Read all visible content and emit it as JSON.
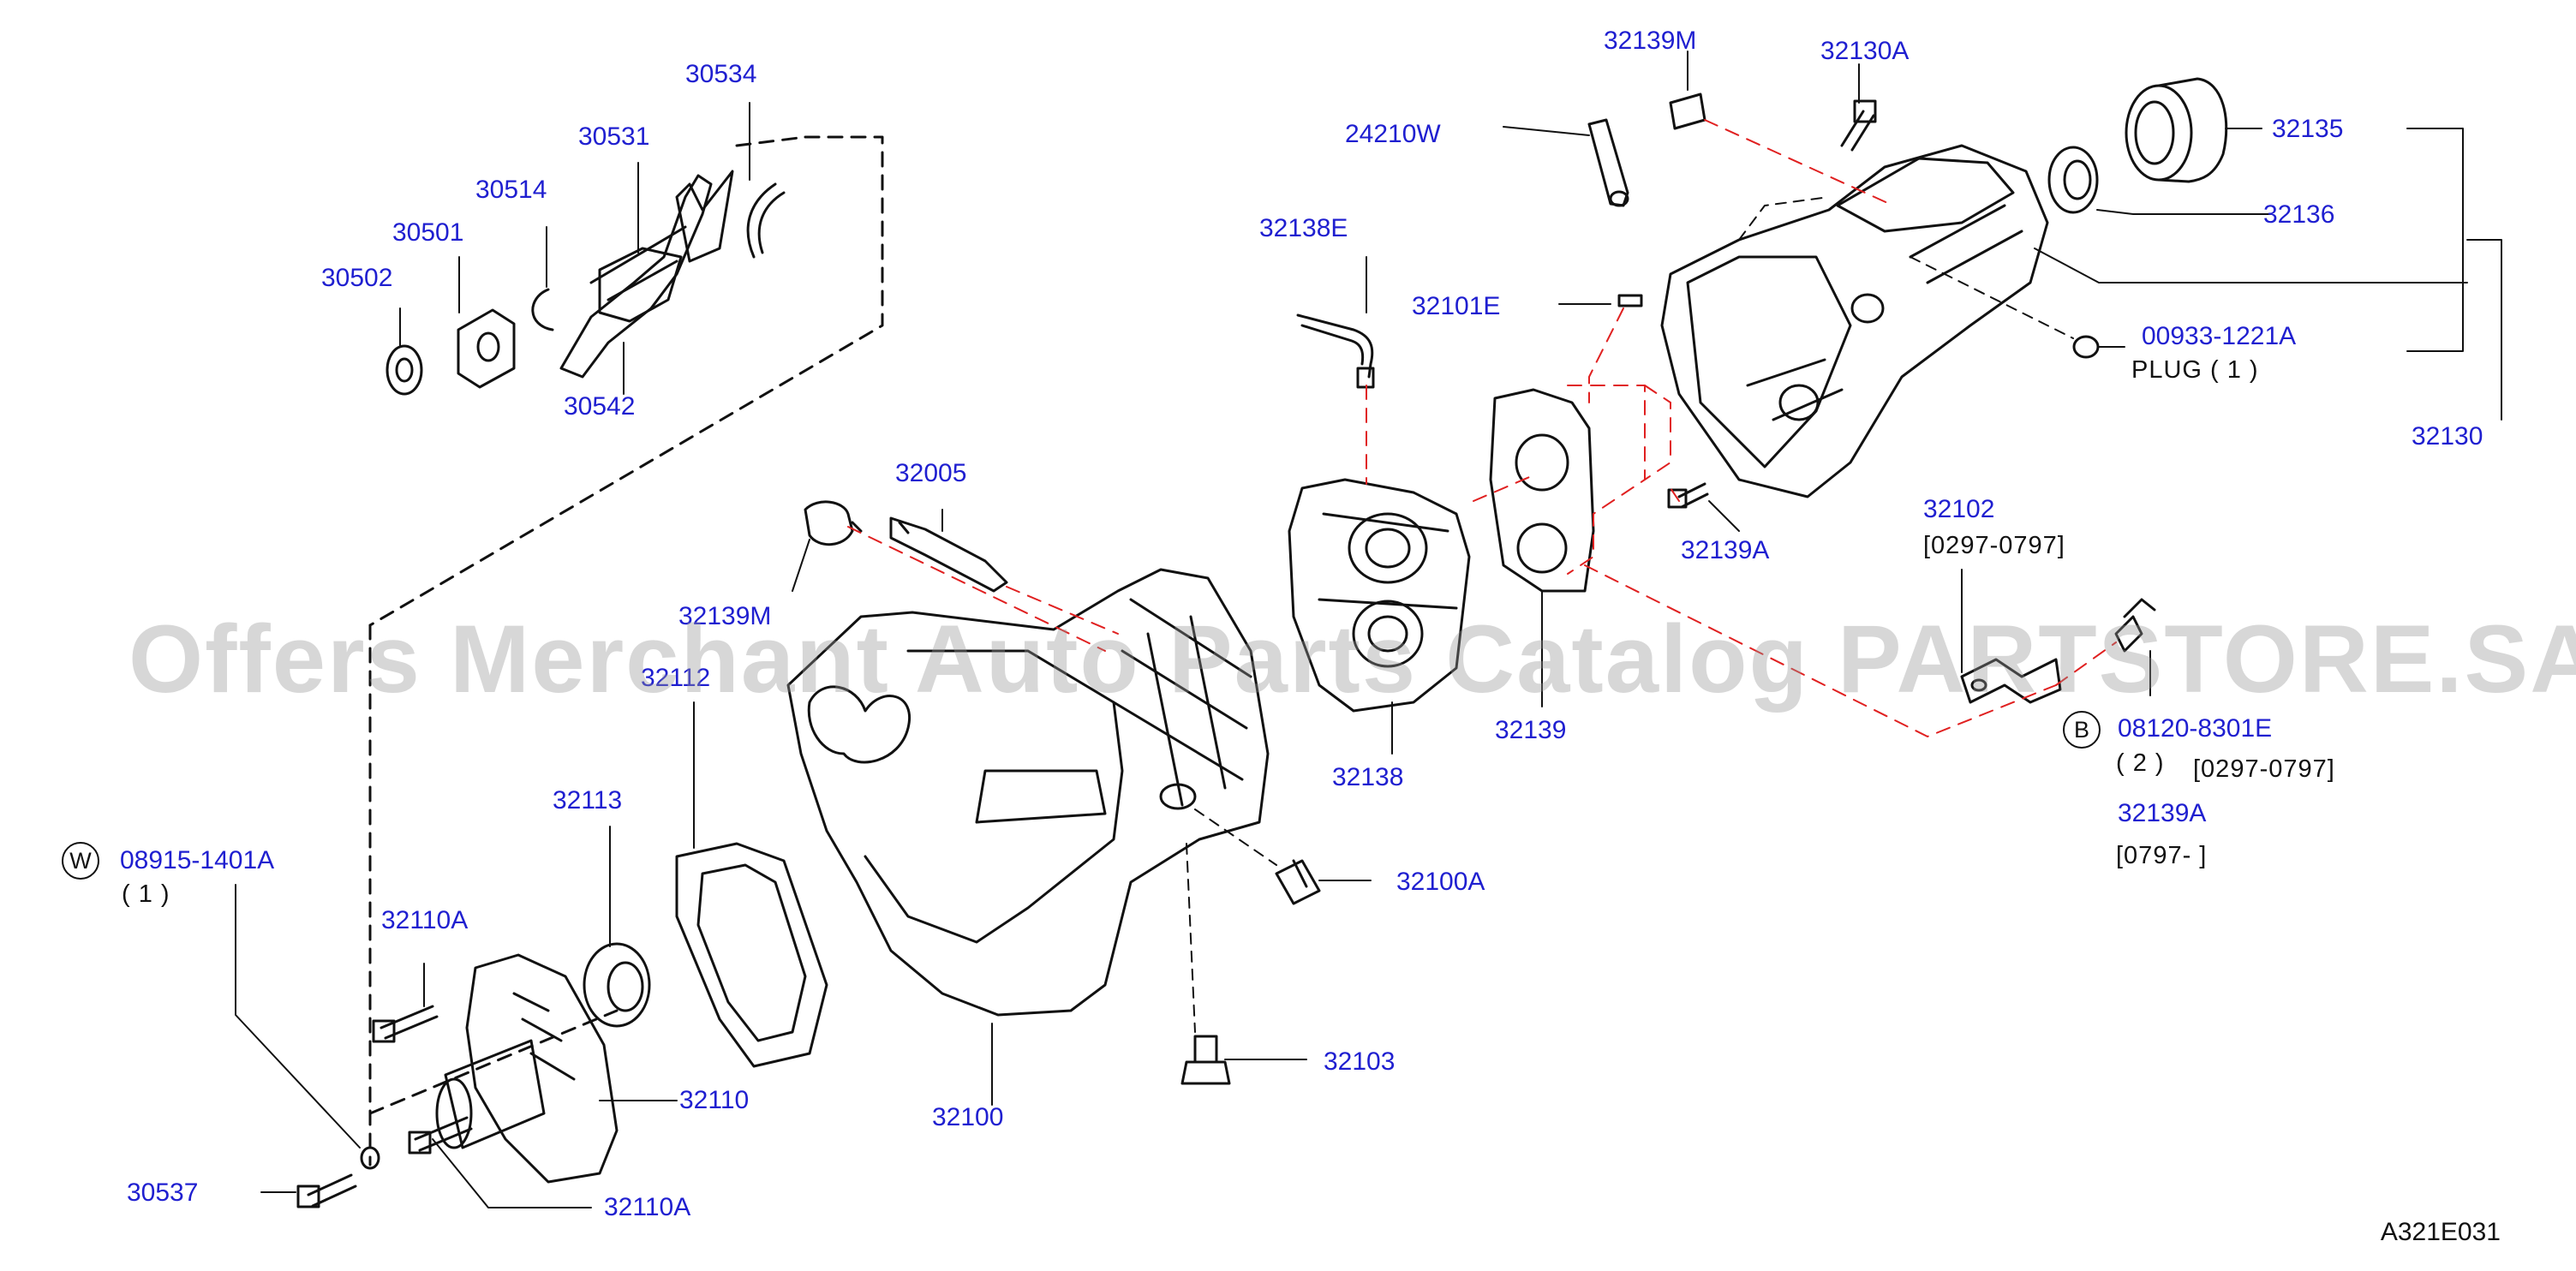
{
  "colors": {
    "label": "#1f1fd0",
    "line": "#111111",
    "dashed_red": "#e02020",
    "watermark": "#969696"
  },
  "watermark": "Offers Merchant Auto Parts Catalog PARTSTORE.SA",
  "diagram_code": "A321E031",
  "labels": {
    "p30534": "30534",
    "p30531": "30531",
    "p30514": "30514",
    "p30501": "30501",
    "p30502": "30502",
    "p30542": "30542",
    "p32005": "32005",
    "p32139M_a": "32139M",
    "p32112": "32112",
    "p32113": "32113",
    "p08915": "08915-1401A",
    "p32110A_a": "32110A",
    "p32110": "32110",
    "p32110A_b": "32110A",
    "p30537": "30537",
    "p32100": "32100",
    "p32100A": "32100A",
    "p32103": "32103",
    "p32138E": "32138E",
    "p32138": "32138",
    "p32139": "32139",
    "p32101E": "32101E",
    "p24210W": "24210W",
    "p32139M_b": "32139M",
    "p32130A": "32130A",
    "p32135": "32135",
    "p32136": "32136",
    "p00933": "00933-1221A",
    "p32130": "32130",
    "p32139A_a": "32139A",
    "p32102": "32102",
    "p08120": "08120-8301E",
    "p32139A_b": "32139A"
  },
  "notes": {
    "qty_w": "( 1 )",
    "plug": "PLUG   ( 1 )",
    "date_32102": "[0297-0797]",
    "qty_b": "( 2 )",
    "date_08120": "[0297-0797]",
    "date_32139A": "[0797-                    ]"
  },
  "badges": {
    "w": "W",
    "b": "B"
  }
}
